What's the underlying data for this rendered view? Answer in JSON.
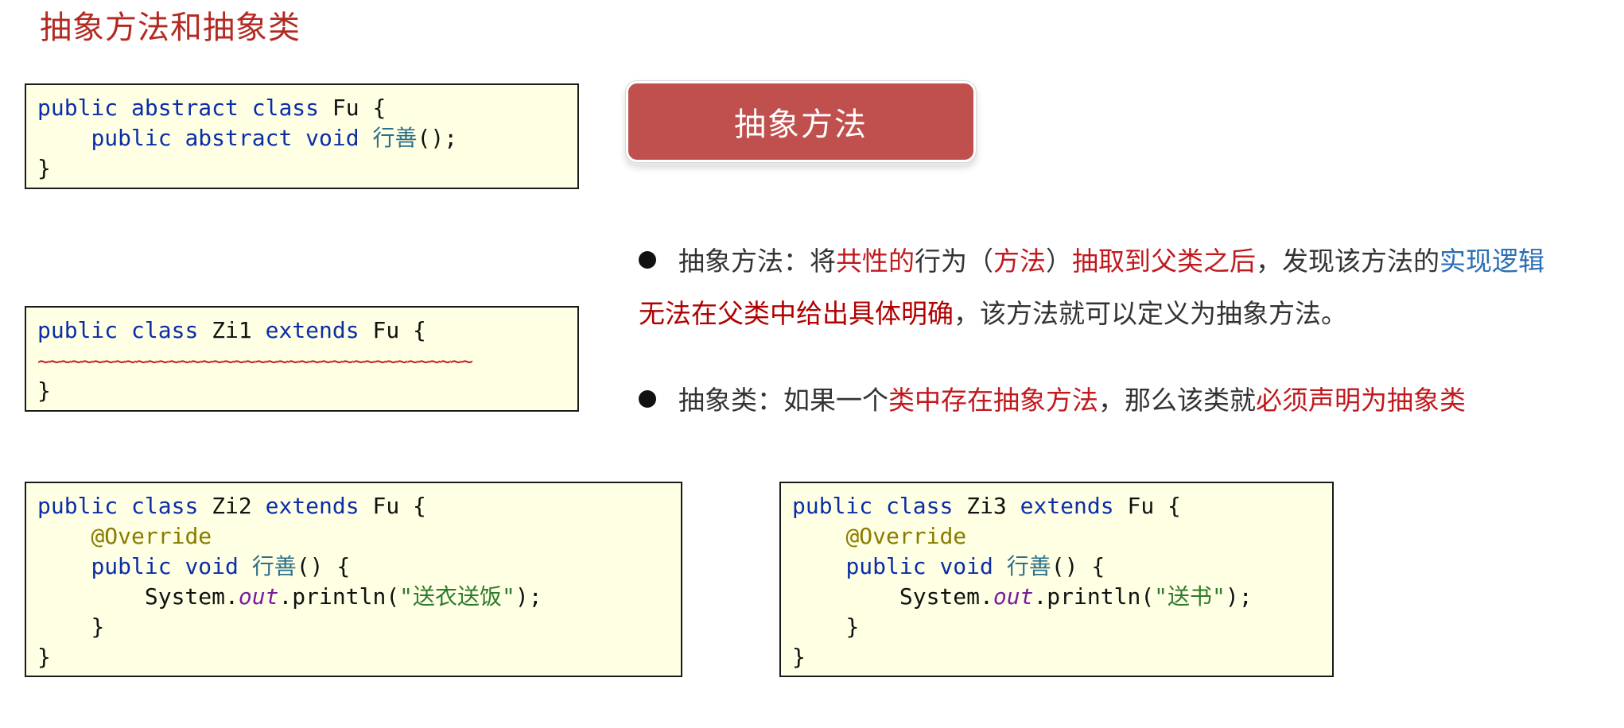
{
  "page": {
    "title": "抽象方法和抽象类"
  },
  "banner": {
    "label": "抽象方法"
  },
  "colors": {
    "title": "#b22a22",
    "banner_bg": "#c0504d",
    "code_bg": "#ffffe3",
    "keyword": "#0b2ea8",
    "annotation": "#8a7b00",
    "string": "#2c7a2c",
    "static_field": "#7a1ca0",
    "highlight_red": "#c0191e",
    "highlight_blue": "#2a6fb5"
  },
  "code_fu": {
    "l1_kw1": "public",
    "l1_kw2": "abstract",
    "l1_kw3": "class",
    "l1_name": "Fu {",
    "l2_kw1": "public",
    "l2_kw2": "abstract",
    "l2_kw3": "void",
    "l2_method": "行善",
    "l2_tail": "();",
    "l3": "}"
  },
  "code_zi1": {
    "l1_kw1": "public",
    "l1_kw2": "class",
    "l1_name": "Zi1",
    "l1_kw3": "extends",
    "l1_tail": "Fu {",
    "l2_squiggle": "~~~~~~~~~~~~~~~~~~~~~~~~~~~~~~~~~~~~~~~~",
    "l3": "}"
  },
  "code_zi2": {
    "l1_kw1": "public",
    "l1_kw2": "class",
    "l1_name": "Zi2",
    "l1_kw3": "extends",
    "l1_tail": "Fu {",
    "l2_annotation": "@Override",
    "l3_kw1": "public",
    "l3_kw2": "void",
    "l3_method": "行善",
    "l3_tail": "() {",
    "l4_head": "System.",
    "l4_field": "out",
    "l4_call": ".println(",
    "l4_string": "\"送衣送饭\"",
    "l4_tail": ");",
    "l5": "}",
    "l6": "}"
  },
  "code_zi3": {
    "l1_kw1": "public",
    "l1_kw2": "class",
    "l1_name": "Zi3",
    "l1_kw3": "extends",
    "l1_tail": "Fu {",
    "l2_annotation": "@Override",
    "l3_kw1": "public",
    "l3_kw2": "void",
    "l3_method": "行善",
    "l3_tail": "() {",
    "l4_head": "System.",
    "l4_field": "out",
    "l4_call": ".println(",
    "l4_string": "\"送书\"",
    "l4_tail": ");",
    "l5": "}",
    "l6": "}"
  },
  "desc1": {
    "p1": "抽象方法：将",
    "p2": "共性的",
    "p3": "行为（",
    "p4": "方法",
    "p5": "）",
    "p6": "抽取到父类之后",
    "p7": "，发现该方法的",
    "p8": "实现逻辑",
    "p9": "无法在父类中给出具体明确",
    "p10": "，该方法就可以定义为抽象方法。"
  },
  "desc2": {
    "p1": "抽象类：如果一个",
    "p2": "类中存在抽象方法",
    "p3": "，那么该类就",
    "p4": "必须声明为抽象类"
  }
}
